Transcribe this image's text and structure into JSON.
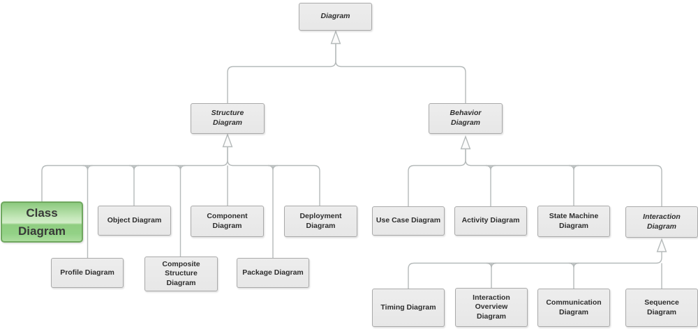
{
  "nodes": {
    "diagram": {
      "label": "Diagram",
      "abstract": true
    },
    "structure": {
      "label": "Structure\nDiagram",
      "abstract": true
    },
    "behavior": {
      "label": "Behavior\nDiagram",
      "abstract": true
    },
    "class": {
      "label": "Class\nDiagram",
      "highlighted": true
    },
    "object": {
      "label": "Object Diagram"
    },
    "component": {
      "label": "Component\nDiagram"
    },
    "deployment": {
      "label": "Deployment\nDiagram"
    },
    "profile": {
      "label": "Profile Diagram"
    },
    "composite_structure": {
      "label": "Composite\nStructure\nDiagram"
    },
    "package": {
      "label": "Package Diagram"
    },
    "use_case": {
      "label": "Use Case Diagram"
    },
    "activity": {
      "label": "Activity Diagram"
    },
    "state_machine": {
      "label": "State Machine\nDiagram"
    },
    "interaction": {
      "label": "Interaction\nDiagram",
      "abstract": true
    },
    "timing": {
      "label": "Timing Diagram"
    },
    "interaction_overview": {
      "label": "Interaction\nOverview\nDiagram"
    },
    "communication": {
      "label": "Communication\nDiagram"
    },
    "sequence": {
      "label": "Sequence\nDiagram"
    }
  },
  "edges": [
    {
      "parent": "diagram",
      "child": "structure",
      "type": "generalization"
    },
    {
      "parent": "diagram",
      "child": "behavior",
      "type": "generalization"
    },
    {
      "parent": "structure",
      "child": "class",
      "type": "generalization"
    },
    {
      "parent": "structure",
      "child": "object",
      "type": "generalization"
    },
    {
      "parent": "structure",
      "child": "component",
      "type": "generalization"
    },
    {
      "parent": "structure",
      "child": "deployment",
      "type": "generalization"
    },
    {
      "parent": "structure",
      "child": "profile",
      "type": "generalization"
    },
    {
      "parent": "structure",
      "child": "composite_structure",
      "type": "generalization"
    },
    {
      "parent": "structure",
      "child": "package",
      "type": "generalization"
    },
    {
      "parent": "behavior",
      "child": "use_case",
      "type": "generalization"
    },
    {
      "parent": "behavior",
      "child": "activity",
      "type": "generalization"
    },
    {
      "parent": "behavior",
      "child": "state_machine",
      "type": "generalization"
    },
    {
      "parent": "behavior",
      "child": "interaction",
      "type": "generalization"
    },
    {
      "parent": "interaction",
      "child": "timing",
      "type": "generalization"
    },
    {
      "parent": "interaction",
      "child": "interaction_overview",
      "type": "generalization"
    },
    {
      "parent": "interaction",
      "child": "communication",
      "type": "generalization"
    },
    {
      "parent": "interaction",
      "child": "sequence",
      "type": "generalization"
    }
  ],
  "colors": {
    "node_fill": "#e9e9e9",
    "node_border": "#a9a9a9",
    "connector": "#b5baba",
    "highlight_fill": "#9ad58d",
    "highlight_border": "#6fa75f",
    "text": "#2e2e2e"
  }
}
